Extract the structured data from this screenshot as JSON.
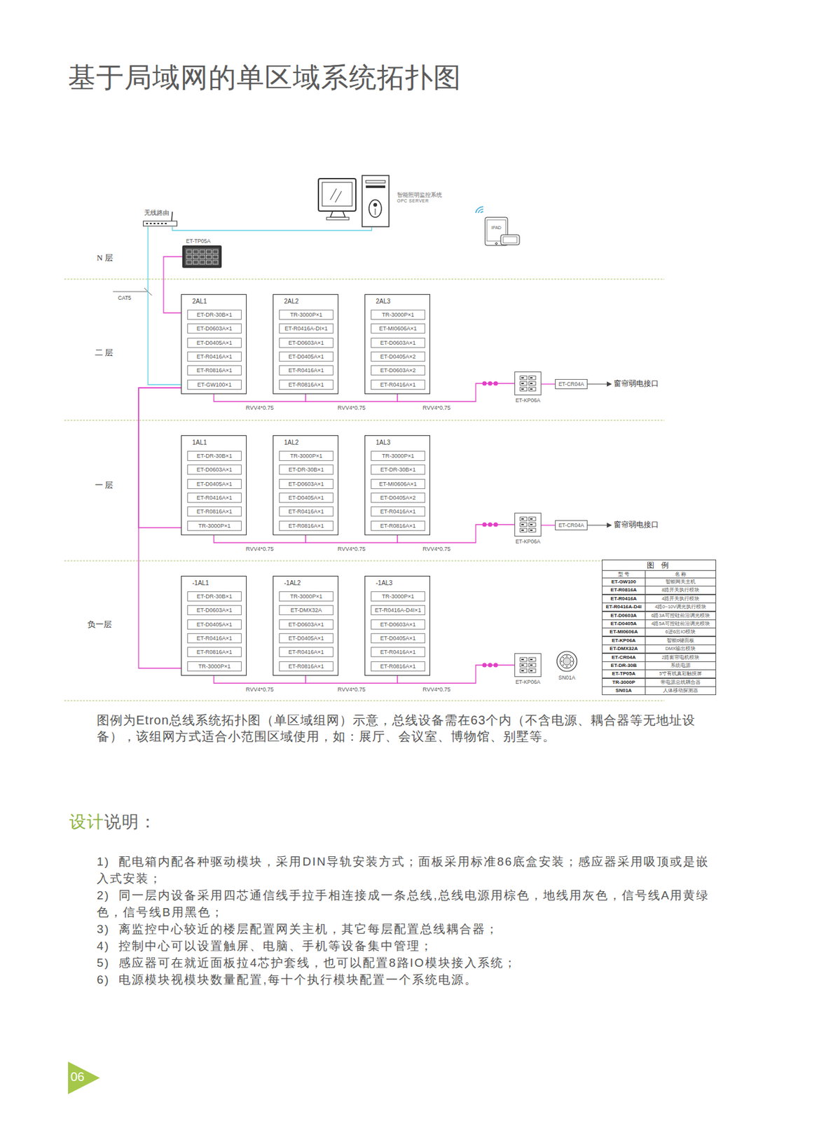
{
  "diagram": {
    "title": "基于局域网的单区域系统拓扑图",
    "caption": "图例为Etron总线系统拓扑图（单区域组网）示意，总线设备需在63个内（不含电源、耦合器等无地址设备），该组网方式适合小范围区域使用，如：展厅、会议室、博物馆、别墅等。",
    "nodes": [
      {
        "text": [
          "无线路由"
        ]
      },
      {
        "text": [
          "智能照明监控系统",
          "OPC SERVER"
        ]
      },
      {
        "text": [
          "IPAD"
        ]
      },
      {
        "text": [
          "ET-TP05A"
        ]
      },
      {
        "text": [
          "2AL1"
        ]
      },
      {
        "text": [
          "ET-DR-30B×1"
        ],
        "in": 4
      },
      {
        "text": [
          "ET-D0603A×1"
        ],
        "in": 4
      },
      {
        "text": [
          "ET-D0405A×1"
        ],
        "in": 4
      },
      {
        "text": [
          "ET-R0416A×1"
        ],
        "in": 4
      },
      {
        "text": [
          "ET-R0816A×1"
        ],
        "in": 4
      },
      {
        "text": [
          "ET-GW100×1"
        ],
        "in": 4
      },
      {
        "text": [
          "2AL2"
        ]
      },
      {
        "text": [
          "TR-3000P×1"
        ],
        "in": 11
      },
      {
        "text": [
          "ET-R0416A-DI×1"
        ],
        "in": 11
      },
      {
        "text": [
          "ET-D0603A×1"
        ],
        "in": 11
      },
      {
        "text": [
          "ET-D0405A×1"
        ],
        "in": 11
      },
      {
        "text": [
          "ET-R0416A×1"
        ],
        "in": 11
      },
      {
        "text": [
          "ET-R0816A×1"
        ],
        "in": 11
      },
      {
        "text": [
          "2AL3"
        ]
      },
      {
        "text": [
          "TR-3000P×1"
        ],
        "in": 18
      },
      {
        "text": [
          "ET-MI0606A×1"
        ],
        "in": 18
      },
      {
        "text": [
          "ET-D0603A×1"
        ],
        "in": 18
      },
      {
        "text": [
          "ET-D0405A×2"
        ],
        "in": 18
      },
      {
        "text": [
          "ET-D0603A×2"
        ],
        "in": 18
      },
      {
        "text": [
          "ET-R0416A×1"
        ],
        "in": 18
      },
      {
        "text": [
          "ET-KP06A"
        ]
      },
      {
        "text": [
          "ET-CR04A"
        ]
      },
      {
        "text": [
          "1AL1"
        ]
      },
      {
        "text": [
          "ET-DR-30B×1"
        ],
        "in": 27
      },
      {
        "text": [
          "ET-D0603A×1"
        ],
        "in": 27
      },
      {
        "text": [
          "ET-D0405A×1"
        ],
        "in": 27
      },
      {
        "text": [
          "ET-R0416A×1"
        ],
        "in": 27
      },
      {
        "text": [
          "ET-R0816A×1"
        ],
        "in": 27
      },
      {
        "text": [
          "TR-3000P×1"
        ],
        "in": 27
      },
      {
        "text": [
          "1AL2"
        ]
      },
      {
        "text": [
          "TR-3000P×1"
        ],
        "in": 34
      },
      {
        "text": [
          "ET-DR-30B×1"
        ],
        "in": 34
      },
      {
        "text": [
          "ET-D0603A×1"
        ],
        "in": 34
      },
      {
        "text": [
          "ET-D0405A×1"
        ],
        "in": 34
      },
      {
        "text": [
          "ET-R0416A×1"
        ],
        "in": 34
      },
      {
        "text": [
          "ET-R0816A×1"
        ],
        "in": 34
      },
      {
        "text": [
          "1AL3"
        ]
      },
      {
        "text": [
          "TR-3000P×1"
        ],
        "in": 41
      },
      {
        "text": [
          "ET-DR-30B×1"
        ],
        "in": 41
      },
      {
        "text": [
          "ET-MI0606A×1"
        ],
        "in": 41
      },
      {
        "text": [
          "ET-D0405A×2"
        ],
        "in": 41
      },
      {
        "text": [
          "ET-R0416A×1"
        ],
        "in": 41
      },
      {
        "text": [
          "ET-R0816A×1"
        ],
        "in": 41
      },
      {
        "text": [
          "ET-KP06A"
        ]
      },
      {
        "text": [
          "ET-CR04A"
        ]
      },
      {
        "text": [
          "-1AL1"
        ]
      },
      {
        "text": [
          "ET-DR-30B×1"
        ],
        "in": 50
      },
      {
        "text": [
          "ET-D0603A×1"
        ],
        "in": 50
      },
      {
        "text": [
          "ET-D0405A×1"
        ],
        "in": 50
      },
      {
        "text": [
          "ET-R0416A×1"
        ],
        "in": 50
      },
      {
        "text": [
          "ET-R0816A×1"
        ],
        "in": 50
      },
      {
        "text": [
          "TR-3000P×1"
        ],
        "in": 50
      },
      {
        "text": [
          "-1AL2"
        ]
      },
      {
        "text": [
          "TR-3000P×1"
        ],
        "in": 57
      },
      {
        "text": [
          "ET-DMX32A"
        ],
        "in": 57
      },
      {
        "text": [
          "ET-D0603A×1"
        ],
        "in": 57
      },
      {
        "text": [
          "ET-D0405A×1"
        ],
        "in": 57
      },
      {
        "text": [
          "ET-R0416A×1"
        ],
        "in": 57
      },
      {
        "text": [
          "ET-R0816A×1"
        ],
        "in": 57
      },
      {
        "text": [
          "-1AL3"
        ]
      },
      {
        "text": [
          "TR-3000P×1"
        ],
        "in": 64
      },
      {
        "text": [
          "ET-R0416A-D4I×1"
        ],
        "in": 64
      },
      {
        "text": [
          "ET-D0603A×1"
        ],
        "in": 64
      },
      {
        "text": [
          "ET-D0405A×1"
        ],
        "in": 64
      },
      {
        "text": [
          "ET-R0416A×1"
        ],
        "in": 64
      },
      {
        "text": [
          "ET-R0816A×1"
        ],
        "in": 64
      },
      {
        "text": [
          "ET-KP06A"
        ]
      },
      {
        "text": [
          "SN01A"
        ]
      }
    ],
    "edges": [
      {
        "from": 0,
        "to": 1,
        "arrow": "none"
      },
      {
        "from": 0,
        "to": 10,
        "arrow": "none"
      },
      {
        "from": 3,
        "to": 4,
        "arrow": "none"
      },
      {
        "from": 4,
        "to": 27,
        "arrow": "none"
      },
      {
        "from": 4,
        "to": 50,
        "arrow": "none"
      },
      {
        "from": 4,
        "to": 11,
        "label": "RVV4*0.75",
        "arrow": "none"
      },
      {
        "from": 11,
        "to": 18,
        "label": "RVV4*0.75",
        "arrow": "none"
      },
      {
        "from": 18,
        "to": 25,
        "label": "RVV4*0.75",
        "arrow": "none"
      },
      {
        "from": 25,
        "to": 26,
        "arrow": "none"
      },
      {
        "from": 27,
        "to": 34,
        "label": "RVV4*0.75",
        "arrow": "none"
      },
      {
        "from": 34,
        "to": 41,
        "label": "RVV4*0.75",
        "arrow": "none"
      },
      {
        "from": 41,
        "to": 48,
        "label": "RVV4*0.75",
        "arrow": "none"
      },
      {
        "from": 48,
        "to": 49,
        "arrow": "none"
      },
      {
        "from": 50,
        "to": 57,
        "label": "RVV4*0.75",
        "arrow": "none"
      },
      {
        "from": 57,
        "to": 64,
        "label": "RVV4*0.75",
        "arrow": "none"
      },
      {
        "from": 64,
        "to": 71,
        "label": "RVV4*0.75",
        "arrow": "none"
      }
    ],
    "labels": [
      "N 层",
      "CAT5",
      "二 层",
      "窗帘弱电接口",
      "一 层",
      "窗帘弱电接口",
      "负一层",
      "图 例",
      "型 号",
      "名 称",
      "ET-GW100",
      "智能网关主机",
      "ET-R0816A",
      "8路开关执行模块",
      "ET-R0416A",
      "4路开关执行模块",
      "ET-R0416A-D4I",
      "4路0~10V调光执行模块",
      "ET-D0603A",
      "6路3A可控硅前沿调光模块",
      "ET-D0405A",
      "4路5A可控硅前沿调光模块",
      "ET-MI0606A",
      "6进6出IO模块",
      "ET-KP06A",
      "智能6键面板",
      "ET-DMX32A",
      "DMX输出模块",
      "ET-CR04A",
      "2路窗帘电机模块",
      "ET-DR-30B",
      "系统电源",
      "ET-TP05A",
      "5寸有线真彩触摸屏",
      "TR-3000P",
      "带电源总线耦合器",
      "SN01A",
      "人体移动探测器",
      "设计",
      "说明：",
      "1)  配电箱内配各种驱动模块，采用DIN导轨安装方式；面板采用标准86底盒安装；感应器采用吸顶或是嵌入式安装；",
      "2)  同一层内设备采用四芯通信线手拉手相连接成一条总线,总线电源用棕色，地线用灰色，信号线A用黄绿色，信号线B用黑色；",
      "3)  离监控中心较近的楼层配置网关主机，其它每层配置总线耦合器；",
      "4)  控制中心可以设置触屏、电脑、手机等设备集中管理；",
      "5)  感应器可在就近面板拉4芯护套线，也可以配置8路IO模块接入系统；",
      "6)  电源模块视模块数量配置,每十个执行模块配置一个系统电源。",
      "06"
    ]
  }
}
